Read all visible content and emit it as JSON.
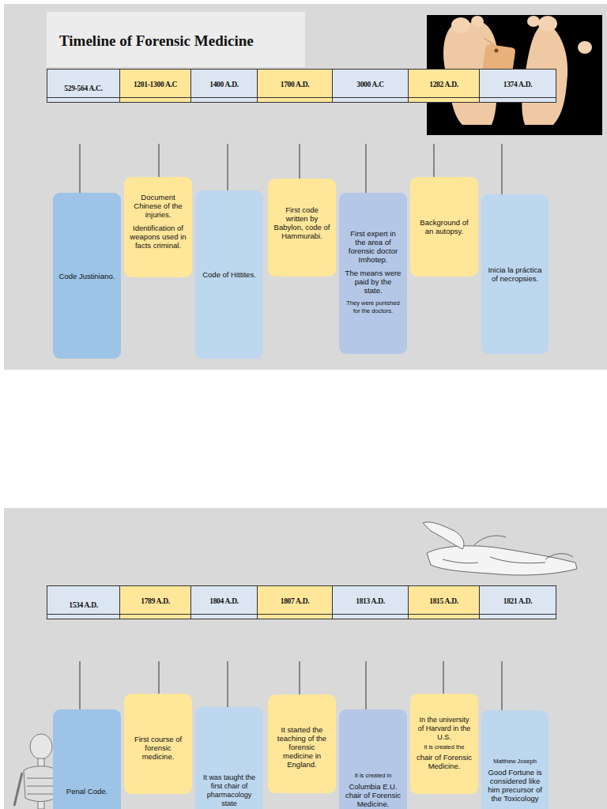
{
  "diagram": {
    "title": "Timeline of Forensic Medicine",
    "nodes": [
      {
        "text": [
          "Code Justiniano."
        ]
      },
      {
        "text": [
          "Document Chinese of the injuries.",
          "Identification of weapons used in facts criminal."
        ]
      },
      {
        "text": [
          "Code of Hittites."
        ]
      },
      {
        "text": [
          "First code written by Babylon, code of Hammurabi."
        ]
      },
      {
        "text": [
          "First expert in the area of forensic doctor Imhotep.",
          "The means were paid by the state.",
          "They were punished for the doctors."
        ]
      },
      {
        "text": [
          "Background of an autopsy."
        ]
      },
      {
        "text": [
          "Inicia la práctica of necropsies."
        ]
      },
      {
        "text": [
          "Penal Code."
        ]
      },
      {
        "text": [
          "First course of forensic medicine."
        ]
      },
      {
        "text": [
          "It was taught the first chair of pharmacology state"
        ]
      },
      {
        "text": [
          "It started the teaching of the forensic medicine in England."
        ]
      },
      {
        "text": [
          "It is created in",
          "Columbia E.U. chair of Forensic Medicine."
        ]
      },
      {
        "text": [
          "In the university of Harvard in the U.S.",
          "it is created the",
          "chair of Forensic Medicine."
        ]
      },
      {
        "text": [
          "Matthew Joseph",
          "Good Fortune is considered like him precursor of the Toxicology"
        ]
      }
    ],
    "labels": [
      "529-564 A.C.",
      "1201-1300 A.C",
      "1400 A.D.",
      "1700 A.D.",
      "3000 A.C",
      "1282 A.D.",
      "1374 A.D.",
      "1534 A.D.",
      "1789 A.D.",
      "1804 A.D.",
      "1807 A.D.",
      "1813 A.D.",
      "1815 A.D.",
      "1821 A.D."
    ]
  }
}
